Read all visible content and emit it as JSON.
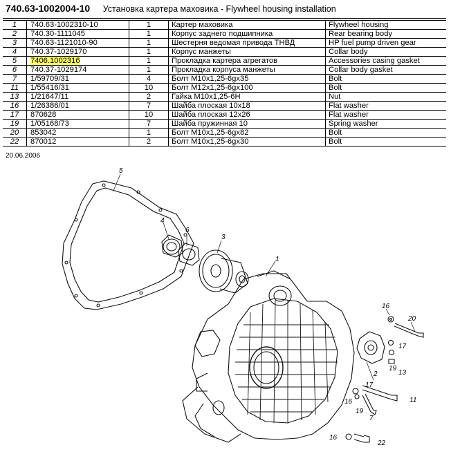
{
  "header": {
    "code_a": "740.63-",
    "code_b": "1002004-10",
    "title": "Установка картера маховика  -  Flywheel housing installation"
  },
  "rows": [
    {
      "pos": "1",
      "num": "740.63-1002310-10",
      "qty": "1",
      "ru": "Картер маховика",
      "en": "Flywheel housing"
    },
    {
      "pos": "2",
      "num": "740.30-1111045",
      "qty": "1",
      "ru": "Корпус заднего подшипника",
      "en": "Rear bearing body"
    },
    {
      "pos": "3",
      "num": "740.63-1121010-90",
      "qty": "1",
      "ru": "Шестерня ведомая привода ТНВД",
      "en": "HP fuel pump driven gear"
    },
    {
      "pos": "4",
      "num": "740.37-1029170",
      "qty": "1",
      "ru": "Корпус манжеты",
      "en": "Collar body"
    },
    {
      "pos": "5",
      "num": "7406.1002316",
      "qty": "1",
      "ru": "Прокладка картера агрегатов",
      "en": "Accessories casing gasket"
    },
    {
      "pos": "6",
      "num": "740.37-1029174",
      "qty": "1",
      "ru": "Прокладка корпуса манжеты",
      "en": "Collar body gasket"
    },
    {
      "pos": "7",
      "num": "1/59709/31",
      "qty": "4",
      "ru": "Болт М10х1,25-6gх35",
      "en": "Bolt"
    },
    {
      "pos": "11",
      "num": "1/55416/31",
      "qty": "10",
      "ru": "Болт М12х1,25-6gх100",
      "en": "Bolt"
    },
    {
      "pos": "13",
      "num": "1/21647/11",
      "qty": "2",
      "ru": "Гайка М10х1,25-6Н",
      "en": "Nut"
    },
    {
      "pos": "16",
      "num": "1/26386/01",
      "qty": "7",
      "ru": "Шайба плоская 10х18",
      "en": "Flat washer"
    },
    {
      "pos": "17",
      "num": "870628",
      "qty": "10",
      "ru": "Шайба плоская 12х26",
      "en": "Flat washer"
    },
    {
      "pos": "19",
      "num": "1/05168/73",
      "qty": "7",
      "ru": "Шайба пружинная 10",
      "en": "Spring washer"
    },
    {
      "pos": "20",
      "num": "853042",
      "qty": "1",
      "ru": "Болт М10х1,25-6gх82",
      "en": "Bolt"
    },
    {
      "pos": "22",
      "num": "870012",
      "qty": "2",
      "ru": "Болт М10х1,25-6gх30",
      "en": "Bolt"
    }
  ],
  "highlight_color": "#ffff66",
  "date": "20.06.2006",
  "callouts": {
    "c5": "5",
    "c4": "4",
    "c6": "6",
    "c3": "3",
    "c1": "1",
    "c16a": "16",
    "c20": "20",
    "c17a": "17",
    "c2": "2",
    "c19a": "19",
    "c13": "13",
    "c17b": "17",
    "c11": "11",
    "c16b": "16",
    "c19b": "19",
    "c7": "7",
    "c16c": "16",
    "c22": "22"
  }
}
